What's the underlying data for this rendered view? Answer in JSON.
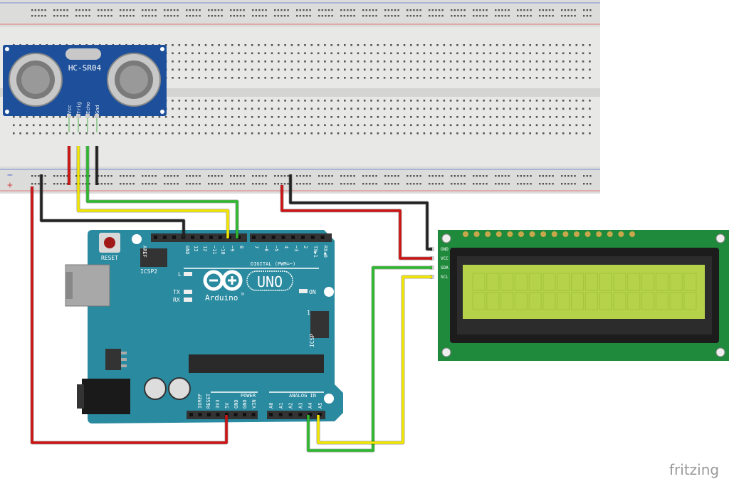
{
  "sensor": {
    "name": "HC-SR04",
    "pins": [
      "Vcc",
      "Trig",
      "Echo",
      "Gnd"
    ]
  },
  "breadboard": {
    "minus": "−",
    "plus": "+"
  },
  "arduino": {
    "reset_label": "RESET",
    "icsp2_label": "ICSP2",
    "icsp_label": "ICSP",
    "icsp_pin1": "1",
    "digital_label": "DIGITAL (PWM=~)",
    "digital_pins": [
      "AREF",
      "GND",
      "13",
      "12",
      "~11",
      "~10",
      "~9",
      "8",
      "7",
      "~6",
      "~5",
      "4",
      "~3",
      "2",
      "TX▶1",
      "RX◀0"
    ],
    "led_labels": {
      "l": "L",
      "tx": "TX",
      "rx": "RX",
      "on": "ON"
    },
    "brand": "Arduino",
    "tm": "TM",
    "model": "UNO",
    "power_label": "POWER",
    "power_pins": [
      "IOREF",
      "RESET",
      "3V3",
      "5V",
      "GND",
      "GND",
      "VIN"
    ],
    "analog_label": "ANALOG IN",
    "analog_pins": [
      "A0",
      "A1",
      "A2",
      "A3",
      "A4",
      "A5"
    ]
  },
  "lcd": {
    "pins": [
      "GND",
      "VCC",
      "SDA",
      "SCL"
    ]
  },
  "watermark": "fritzing",
  "colors": {
    "wire_red": "#cc1414",
    "wire_black": "#222222",
    "wire_yellow": "#f2e600",
    "wire_green": "#2fb82f",
    "arduino": "#2a8aa0",
    "lcd_board": "#1f8a3c",
    "lcd_screen": "#b5d24a",
    "sensor": "#1d4f9a"
  }
}
